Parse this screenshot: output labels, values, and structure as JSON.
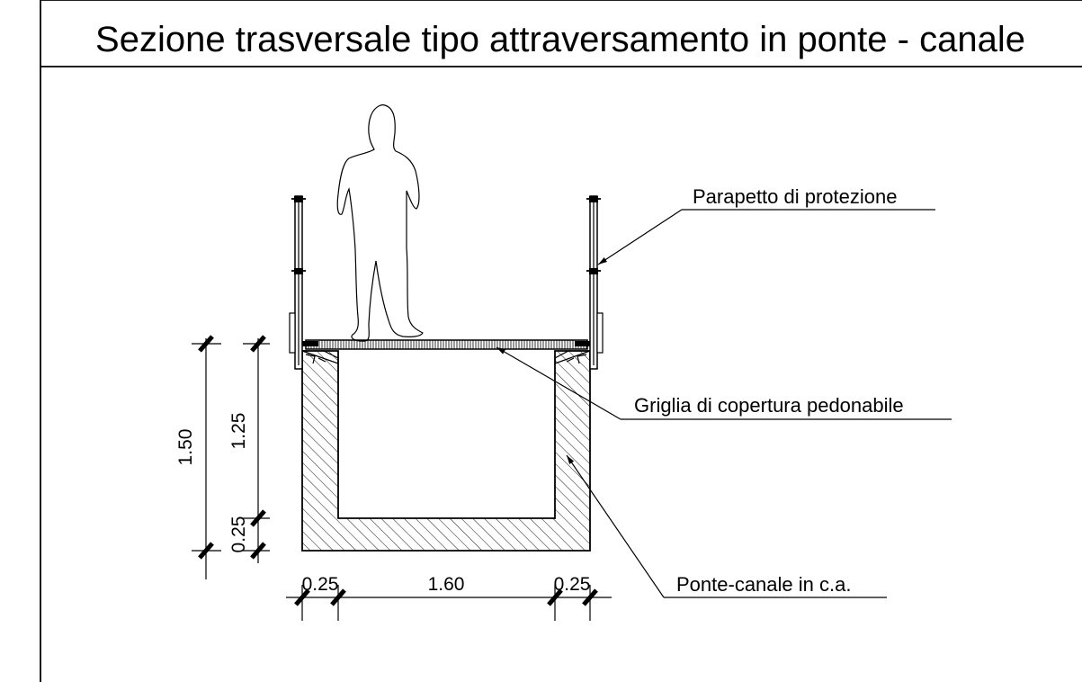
{
  "title": "Sezione trasversale tipo attraversamento in ponte - canale",
  "labels": {
    "parapet": "Parapetto di protezione",
    "grate": "Griglia di copertura pedonabile",
    "channel": "Ponte-canale in c.a."
  },
  "dimensions": {
    "total_height": "1.50",
    "inner_height": "1.25",
    "base_thickness": "0.25",
    "left_wall": "0.25",
    "inner_width": "1.60",
    "right_wall": "0.25"
  }
}
